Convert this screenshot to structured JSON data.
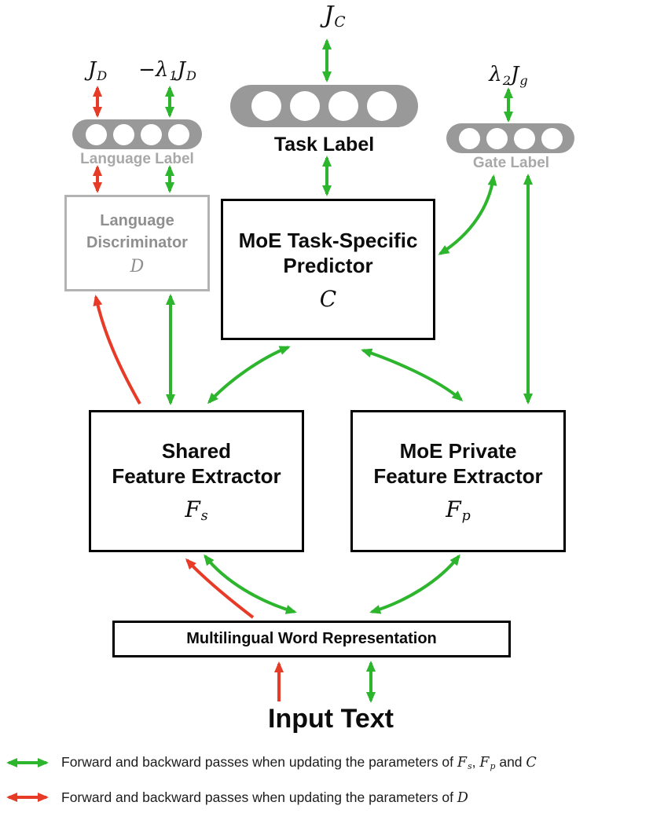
{
  "colors": {
    "green": "#2eb52e",
    "red": "#e73b28",
    "gray_capsule": "#999999",
    "gray_text": "#a8a8a8",
    "gray_border": "#b3b3b3",
    "disc_text": "#8f8f8f"
  },
  "losses": {
    "jc": {
      "main": "J",
      "sub": "C"
    },
    "jd": {
      "main": "J",
      "sub": "D"
    },
    "neg_lambda_jd": {
      "minus_lambda": "−λ",
      "lambda_sub": "1",
      "j": "J",
      "j_sub": "D"
    },
    "lambda_jg": {
      "lambda": "λ",
      "lambda_sub": "2",
      "j": "J",
      "j_sub": "g"
    }
  },
  "capsules": {
    "task": {
      "label": "Task Label"
    },
    "language": {
      "label": "Language Label"
    },
    "gate": {
      "label": "Gate Label"
    }
  },
  "boxes": {
    "discriminator": {
      "line1": "Language",
      "line2": "Discriminator",
      "symbol": "D"
    },
    "predictor": {
      "line1": "MoE Task-Specific",
      "line2": "Predictor",
      "symbol": "C"
    },
    "shared": {
      "line1": "Shared",
      "line2": "Feature Extractor",
      "symbol": "F",
      "symbol_sub": "s"
    },
    "private": {
      "line1": "MoE Private",
      "line2": "Feature Extractor",
      "symbol": "F",
      "symbol_sub": "p"
    },
    "word_rep": {
      "label": "Multilingual Word Representation"
    }
  },
  "input_text": "Input Text",
  "legend": [
    {
      "arrow_color": "green",
      "prefix": "Forward and backward passes when updating the parameters of ",
      "f1": "F",
      "f1_sub": "s",
      "sep1": ", ",
      "f2": "F",
      "f2_sub": "p",
      "sep2": " and ",
      "last": "C"
    },
    {
      "arrow_color": "red",
      "prefix": "Forward and backward passes when updating the parameters of ",
      "last": "D"
    }
  ]
}
